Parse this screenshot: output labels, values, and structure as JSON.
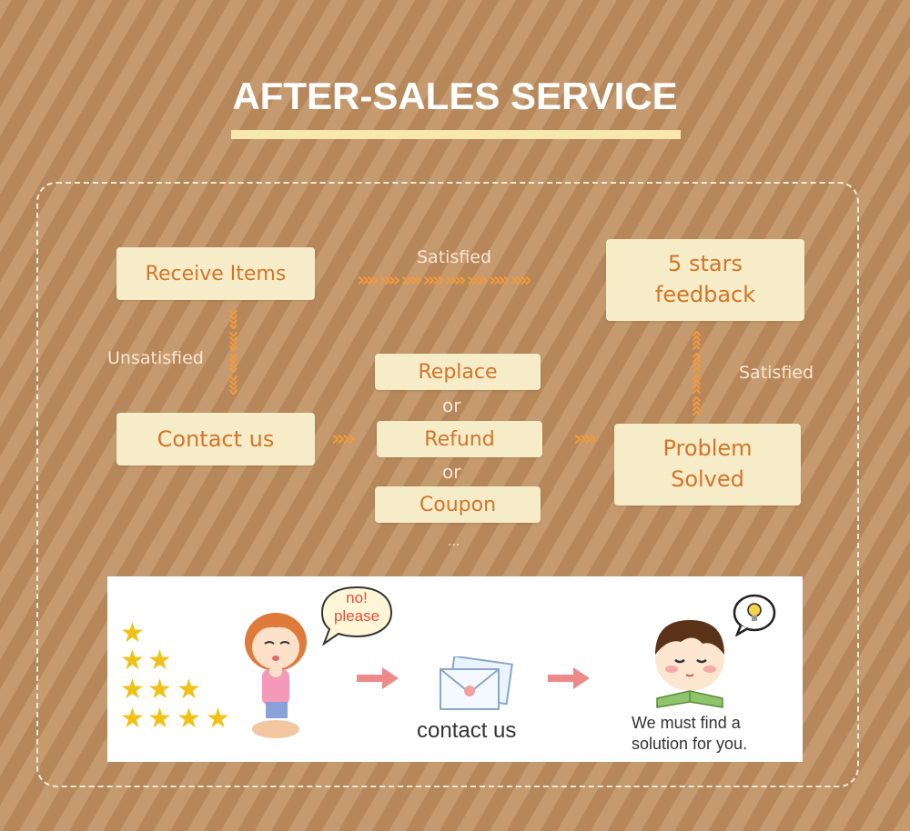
{
  "title": "AFTER-SALES SERVICE",
  "flow": {
    "receive_items": "Receive Items",
    "five_stars_line1": "5 stars",
    "five_stars_line2": "feedback",
    "contact_us": "Contact us",
    "replace": "Replace",
    "refund": "Refund",
    "coupon": "Coupon",
    "or_1": "or",
    "or_2": "or",
    "ellipsis": "...",
    "problem_line1": "Problem",
    "problem_line2": "Solved",
    "satisfied_top": "Satisfied",
    "unsatisfied": "Unsatisfied",
    "satisfied_right": "Satisfied"
  },
  "illustration": {
    "bubble_line1": "no!",
    "bubble_line2": "please",
    "contact_label": "contact us",
    "solution_line1": "We must find a",
    "solution_line2": "solution for you."
  },
  "colors": {
    "background": "#bd8e62",
    "box": "#f7ecc8",
    "box_text": "#d2752a",
    "arrow": "#f09a3e",
    "star": "#f1c116",
    "pink_arrow": "#ef8a8a"
  },
  "icons": [
    "star-icon",
    "envelope-icon",
    "lightbulb-icon",
    "crying-girl-illustration",
    "boy-reading-illustration"
  ]
}
